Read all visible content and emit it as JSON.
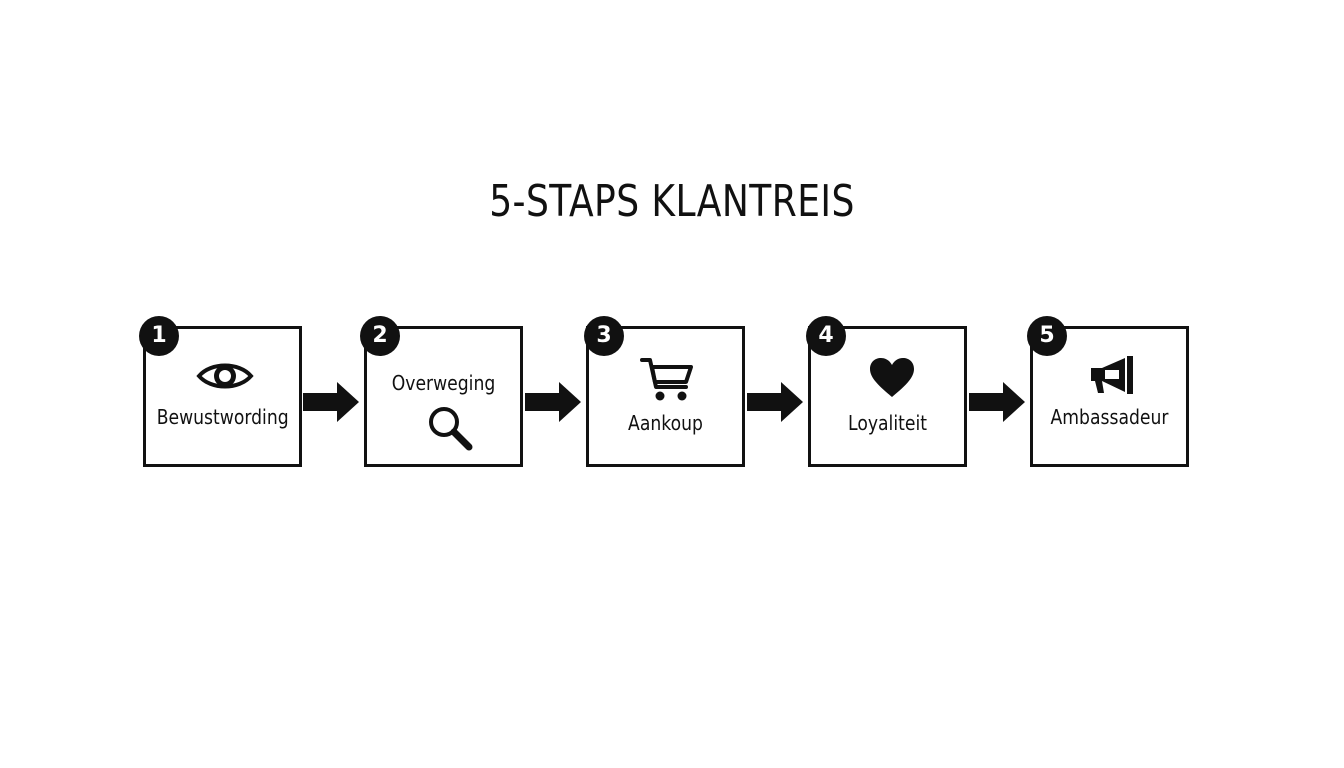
{
  "title": "5-STAPS KLANTREIS",
  "steps": [
    {
      "number": "1",
      "label": "Bewustwording",
      "icon": "eye-icon"
    },
    {
      "number": "2",
      "label": "Overweging",
      "icon": "magnifier-icon"
    },
    {
      "number": "3",
      "label": "Aankoup",
      "icon": "shopping-cart-icon"
    },
    {
      "number": "4",
      "label": "Loyaliteit",
      "icon": "heart-icon"
    },
    {
      "number": "5",
      "label": "Ambassadeur",
      "icon": "megaphone-icon"
    }
  ],
  "colors": {
    "ink": "#111111",
    "background": "#ffffff"
  }
}
